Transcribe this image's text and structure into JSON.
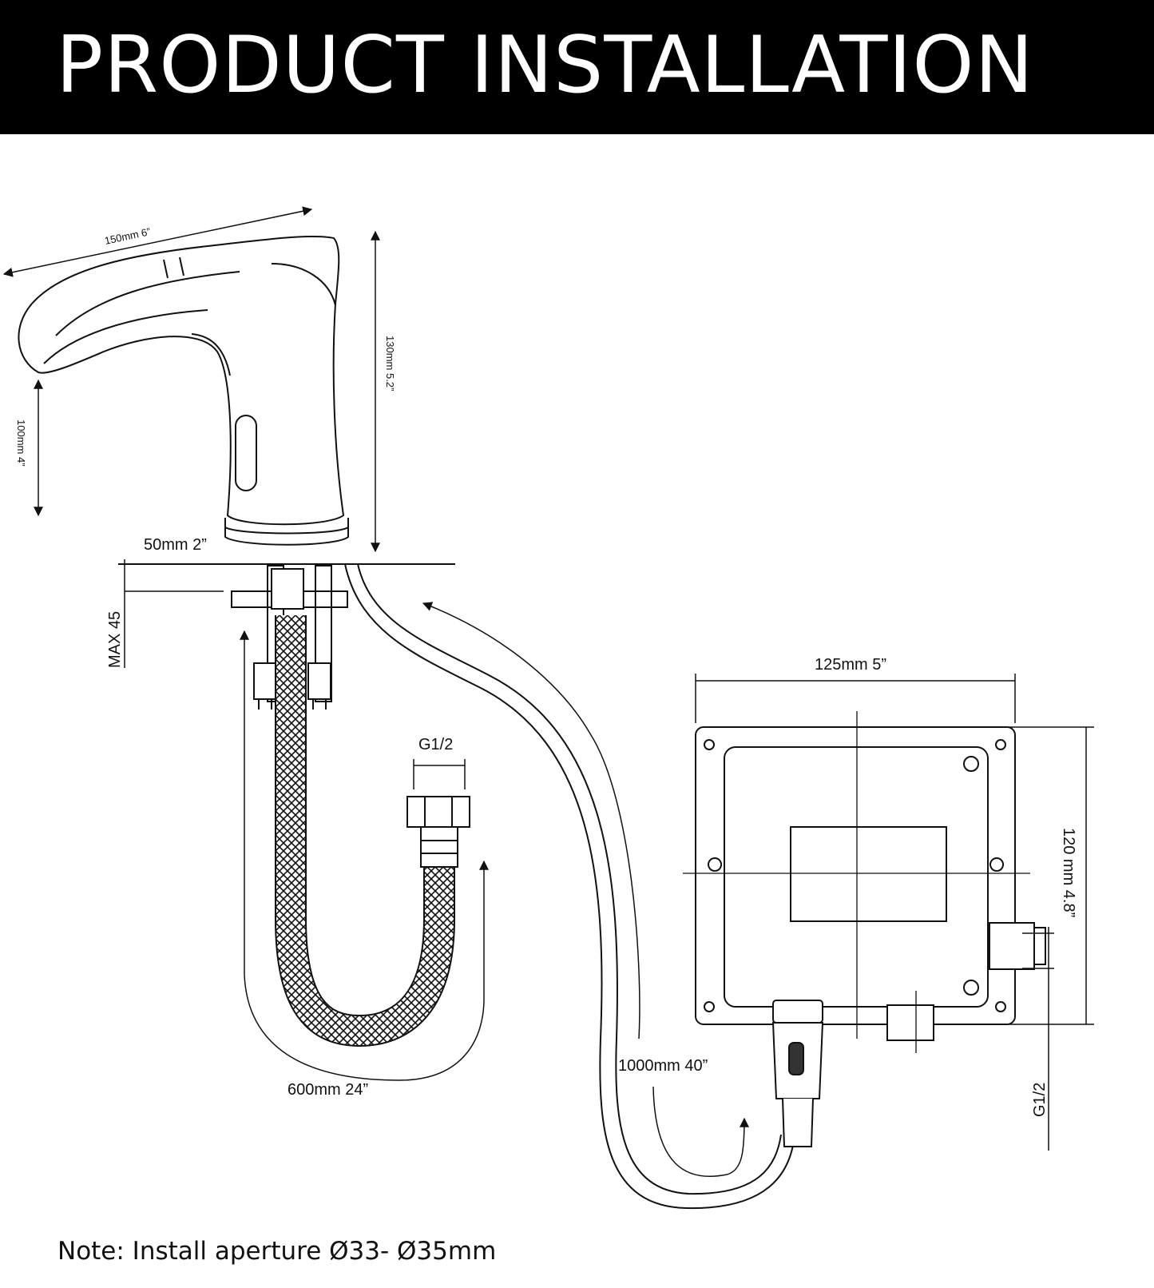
{
  "title": "PRODUCT INSTALLATION",
  "dimensions": {
    "faucet_length": "150mm 6”",
    "faucet_height": "130mm 5.2”",
    "spout_height": "100mm 4”",
    "base_diameter": "50mm 2”",
    "deck_thickness": "MAX 45",
    "inlet_thread": "G1/2",
    "hose_length": "600mm 24”",
    "cable_length": "1000mm 40”",
    "box_width": "125mm 5”",
    "box_height": "120 mm 4.8”",
    "box_thread": "G1/2"
  },
  "note": "Note: Install aperture Ø33- Ø35mm"
}
